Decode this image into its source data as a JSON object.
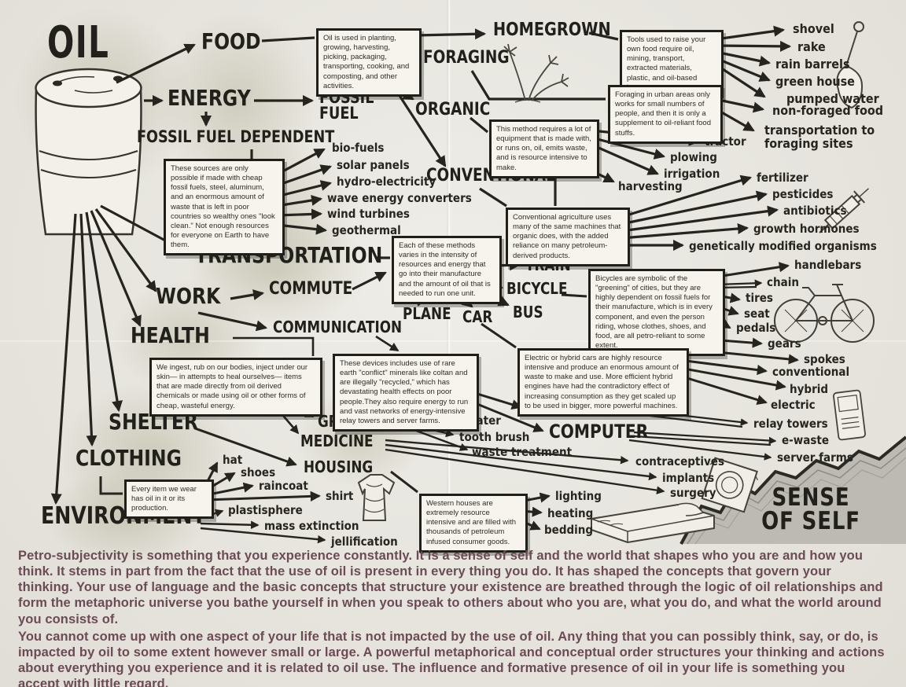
{
  "palette": {
    "paper": "#e9e7e0",
    "ink": "#24231e",
    "footer_text": "#6b4b55",
    "mountain": "#bcbab3"
  },
  "nodes": {
    "oil": "OIL",
    "food": "FOOD",
    "energy": "ENERGY",
    "fossil_fuel": "FOSSIL\nFUEL",
    "fossil_fuel_dependent": "FOSSIL FUEL DEPENDENT",
    "homegrown": "HOMEGROWN",
    "foraging": "FORAGING",
    "organic": "ORGANIC",
    "conventional": "CONVENTIONAL",
    "transportation": "TRANSPORTATION",
    "work": "WORK",
    "commute": "COMMUTE",
    "communication": "COMMUNICATION",
    "health": "HEALTH",
    "train": "TRAIN",
    "bicycle": "BICYCLE",
    "bus": "BUS",
    "car": "CAR",
    "plane": "PLANE",
    "shelter": "SHELTER",
    "grooming": "GROOMING",
    "medicine": "MEDICINE",
    "housing": "HOUSING",
    "cell_phone": "CELL PHONE",
    "computer": "COMPUTER",
    "clothing": "CLOTHING",
    "environment": "ENVIRONMENT",
    "sense_of_self": "SENSE\nOF SELF"
  },
  "leaves": {
    "tools": [
      "shovel",
      "rake",
      "rain barrels",
      "green house",
      "pumped water"
    ],
    "foraging": [
      "non-foraged food",
      "transportation to\nforaging sites"
    ],
    "renewables": [
      "bio-fuels",
      "solar panels",
      "hydro-electricity",
      "wave energy converters",
      "wind turbines",
      "geothermal"
    ],
    "organic_farm": [
      "tractor",
      "plowing",
      "irrigation",
      "harvesting"
    ],
    "conventional_farm": [
      "fertilizer",
      "pesticides",
      "antibiotics",
      "growth hormones",
      "genetically modified organisms"
    ],
    "bicycle_parts": [
      "handlebars",
      "chain",
      "tires",
      "seat",
      "pedals",
      "gears",
      "spokes"
    ],
    "car_types": [
      "conventional",
      "hybrid",
      "electric"
    ],
    "device_infra": [
      "relay towers",
      "e-waste",
      "server farms"
    ],
    "grooming_items": [
      "hot water",
      "tooth brush",
      "waste treatment"
    ],
    "medicine_items": [
      "contraceptives",
      "implants",
      "surgery"
    ],
    "clothing_items": [
      "hat",
      "shoes",
      "raincoat",
      "shirt"
    ],
    "housing_items": [
      "lighting",
      "heating",
      "bedding"
    ],
    "environment_items": [
      "plastisphere",
      "mass extinction",
      "jellification"
    ]
  },
  "boxes": {
    "food_use": "Oil is used in planting, growing, harvesting, picking, packaging, transporting, cooking, and composting, and other activities.",
    "tools": "Tools used to raise your own food require oil, mining, transport, extracted materials, plastic, and oil-based items.",
    "foraging": "Foraging in urban areas only works for small numbers of people, and then it is only a supplement to oil-reliant food stuffs.",
    "organic_method": "This method requires a lot of equipment that is made with, or runs on, oil, emits waste, and is resource intensive to make.",
    "renewables": "These sources are only possible if made with cheap fossil fuels, steel, aluminum, and an enormous amount of waste that is left in poor countries so wealthy ones \"look clean.\" Not enough resources for everyone on Earth to have them.",
    "conventional_ag": "Conventional agriculture uses many of the same machines that organic does, with the added reliance on many petroleum-derived products.",
    "transport_methods": "Each of these methods varies in the intensity of resources and energy that go into their manufacture and the amount of oil that is needed to run one unit.",
    "bicycles": "Bicycles are symbolic of the \"greening\" of cities, but they are highly dependent on fossil fuels for their manufacture, which is in every component, and even the person riding, whose clothes, shoes, and food, are all petro-reliant to some extent.",
    "health": "We ingest, rub on our bodies, inject under our skin— in attempts to heal ourselves— items that are made directly from oil derived chemicals or made using oil or other forms of cheap, wasteful energy.",
    "devices": "These devices includes use of rare earth \"conflict\" minerals like coltan and are illegally \"recycled,\" which has devastating health effects on poor people.They also require energy to run and vast networks of energy-intensive relay towers and server farms.",
    "cars": "Electric or hybrid cars are highly resource intensive and produce an enormous amount of waste to make and use. More efficient hybrid engines have had the contradictory effect of increasing consumption as they get scaled up to be used in bigger, more powerful machines.",
    "clothing": "Every item we wear has oil in it or its production.",
    "housing": "Western houses are extremely resource intensive and are filled with thousands of petroleum infused consumer goods."
  },
  "footer": {
    "p1_lead": "Petro-subjectivity",
    "p1_rest": " is something that you experience constantly. It is a sense of self and the world that shapes who you are and how you think. It stems in part from the fact that the use of oil is present in every thing you do. It has shaped the concepts that govern your thinking. Your use of language and the basic concepts that structure your existence are breathed through the logic of oil relationships and form the metaphoric universe you bathe yourself in when you speak to others about who you are, what you do, and what the world around you consists of.",
    "p2": "You cannot come up with one aspect of your life that is not impacted by the use of oil. Any thing that you can possibly think, say, or do, is impacted by oil to some extent however small or large. A powerful metaphorical and conceptual order structures your thinking and actions about everything you experience and it is related to oil use. The influence and formative presence of oil in your life is something you accept with little regard."
  }
}
